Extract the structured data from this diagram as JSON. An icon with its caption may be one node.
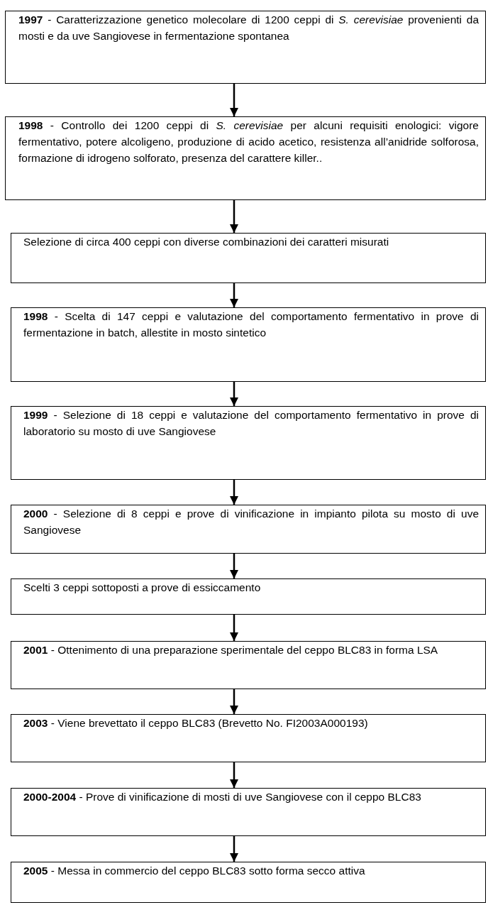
{
  "diagram": {
    "nodes": [
      {
        "text": [
          "**1997** - Caratterizzazione genetico molecolare di 1200 ceppi di *S. cerevisiae* provenienti da mosti e da uve Sangiovese in fermentazione spontanea"
        ]
      },
      {
        "text": [
          "**1998** - Controllo dei 1200 ceppi di *S. cerevisiae* per alcuni requisiti enologici: vigore fermentativo, potere alcoligeno, produzione di acido acetico, resistenza all’anidride solforosa, formazione di idrogeno solforato, presenza del carattere killer.."
        ]
      },
      {
        "text": [
          "Selezione di circa 400 ceppi con diverse combinazioni dei caratteri misurati"
        ]
      },
      {
        "text": [
          "**1998** - Scelta di 147 ceppi e valutazione del comportamento fermentativo in prove di fermentazione in batch, allestite in mosto sintetico"
        ]
      },
      {
        "text": [
          "**1999** - Selezione di 18 ceppi e valutazione del comportamento fermentativo in prove di laboratorio su mosto di uve Sangiovese"
        ]
      },
      {
        "text": [
          "**2000** - Selezione di 8 ceppi e prove di vinificazione in impianto pilota su mosto di uve Sangiovese"
        ]
      },
      {
        "text": [
          "Scelti 3 ceppi sottoposti a prove di essiccamento"
        ]
      },
      {
        "text": [
          "**2001** - Ottenimento di una preparazione sperimentale del ceppo BLC83 in forma LSA"
        ]
      },
      {
        "text": [
          "**2003** - Viene brevettato il ceppo BLC83 (Brevetto No. FI2003A000193)"
        ]
      },
      {
        "text": [
          "**2000-2004** - Prove di vinificazione di mosti di uve Sangiovese con il ceppo BLC83"
        ]
      },
      {
        "text": [
          "**2005** - Messa in commercio del ceppo BLC83 sotto forma secco attiva"
        ]
      }
    ],
    "edges": [
      {
        "from": 0,
        "to": 1,
        "arrow": "to"
      },
      {
        "from": 1,
        "to": 2,
        "arrow": "to"
      },
      {
        "from": 2,
        "to": 3,
        "arrow": "to"
      },
      {
        "from": 3,
        "to": 4,
        "arrow": "to"
      },
      {
        "from": 4,
        "to": 5,
        "arrow": "to"
      },
      {
        "from": 5,
        "to": 6,
        "arrow": "to"
      },
      {
        "from": 6,
        "to": 7,
        "arrow": "to"
      },
      {
        "from": 7,
        "to": 8,
        "arrow": "to"
      },
      {
        "from": 8,
        "to": 9,
        "arrow": "to"
      },
      {
        "from": 9,
        "to": 10,
        "arrow": "to"
      }
    ]
  }
}
